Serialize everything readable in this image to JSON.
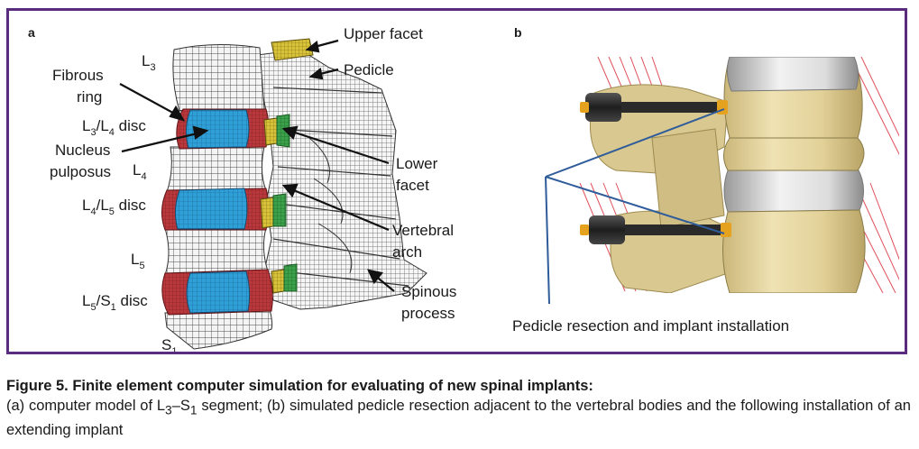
{
  "panel_a": {
    "letter": "a",
    "labels": {
      "upper_facet": "Upper facet",
      "pedicle": "Pedicle",
      "fibrous_ring_1": "Fibrous",
      "fibrous_ring_2": "ring",
      "l3": "L",
      "l3_sub": "3",
      "l3l4_a": "L",
      "l3l4_sub1": "3",
      "l3l4_b": "/L",
      "l3l4_sub2": "4",
      "l3l4_c": " disc",
      "nucleus_1": "Nucleus",
      "nucleus_2": "pulposus",
      "l4": "L",
      "l4_sub": "4",
      "lower_facet_1": "Lower",
      "lower_facet_2": "facet",
      "l4l5_a": "L",
      "l4l5_sub1": "4",
      "l4l5_b": "/L",
      "l4l5_sub2": "5",
      "l4l5_c": " disc",
      "vertebral_arch_1": "Vertebral",
      "vertebral_arch_2": "arch",
      "l5": "L",
      "l5_sub": "5",
      "spinous_1": "Spinous",
      "spinous_2": "process",
      "l5s1_a": "L",
      "l5s1_sub1": "5",
      "l5s1_b": "/S",
      "l5s1_sub2": "1",
      "l5s1_c": " disc",
      "s1": "S",
      "s1_sub": "1"
    }
  },
  "panel_b": {
    "letter": "b",
    "label": "Pedicle resection and implant installation"
  },
  "caption": {
    "title": "Figure 5. Finite element computer simulation for evaluating of new spinal implants:",
    "text_1": "(a) computer model of L",
    "text_sub1": "3",
    "text_2": "–S",
    "text_sub2": "1",
    "text_3": " segment; (b) simulated pedicle resection adjacent to the vertebral bodies and the following installation of an extending implant"
  },
  "colors": {
    "frame": "#5b2c7d",
    "annulus": "#b8383c",
    "nucleus": "#2f9fd8",
    "facet_upper": "#d8c23a",
    "facet_lower": "#3aa04a",
    "bone": "#e9dcab",
    "implant_rod": "#2a2a2a",
    "implant_tip": "#e5a21f",
    "ligament": "#e0505a",
    "pointer": "#2f5c9a"
  }
}
